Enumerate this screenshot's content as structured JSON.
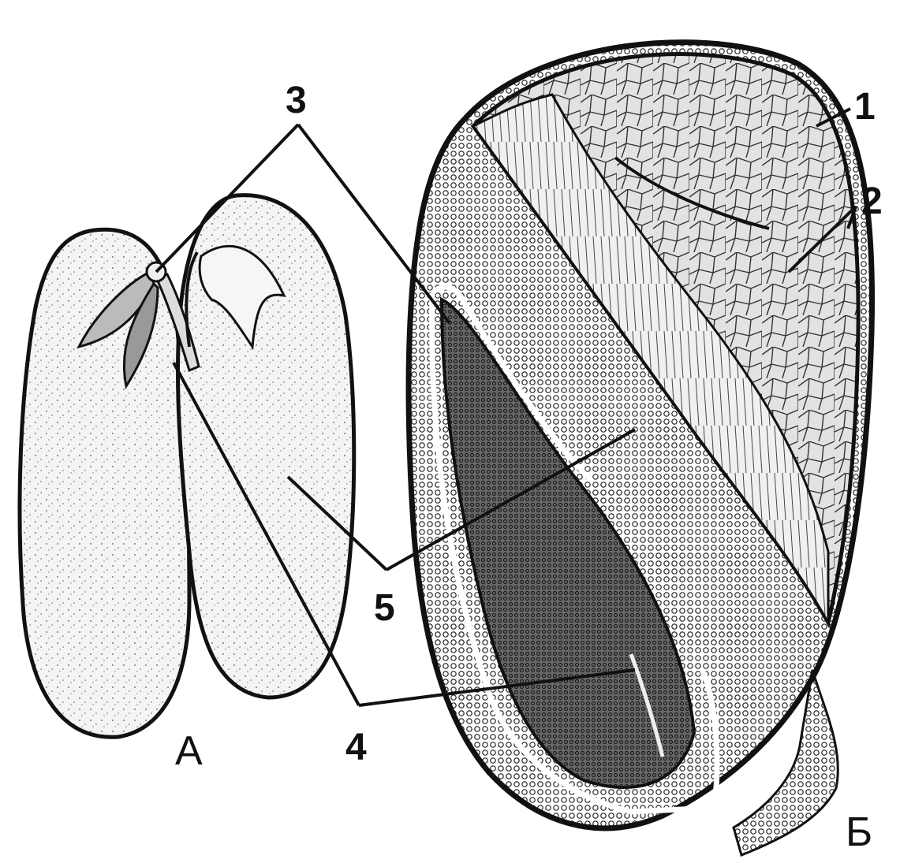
{
  "labels": {
    "l1": "1",
    "l2": "2",
    "l3": "3",
    "l4": "4",
    "l5": "5"
  },
  "panels": {
    "a": "А",
    "b": "Б"
  },
  "colors": {
    "ink": "#111111",
    "paper": "#ffffff",
    "shade": "#cfcfcf",
    "dark_shade": "#555555"
  }
}
